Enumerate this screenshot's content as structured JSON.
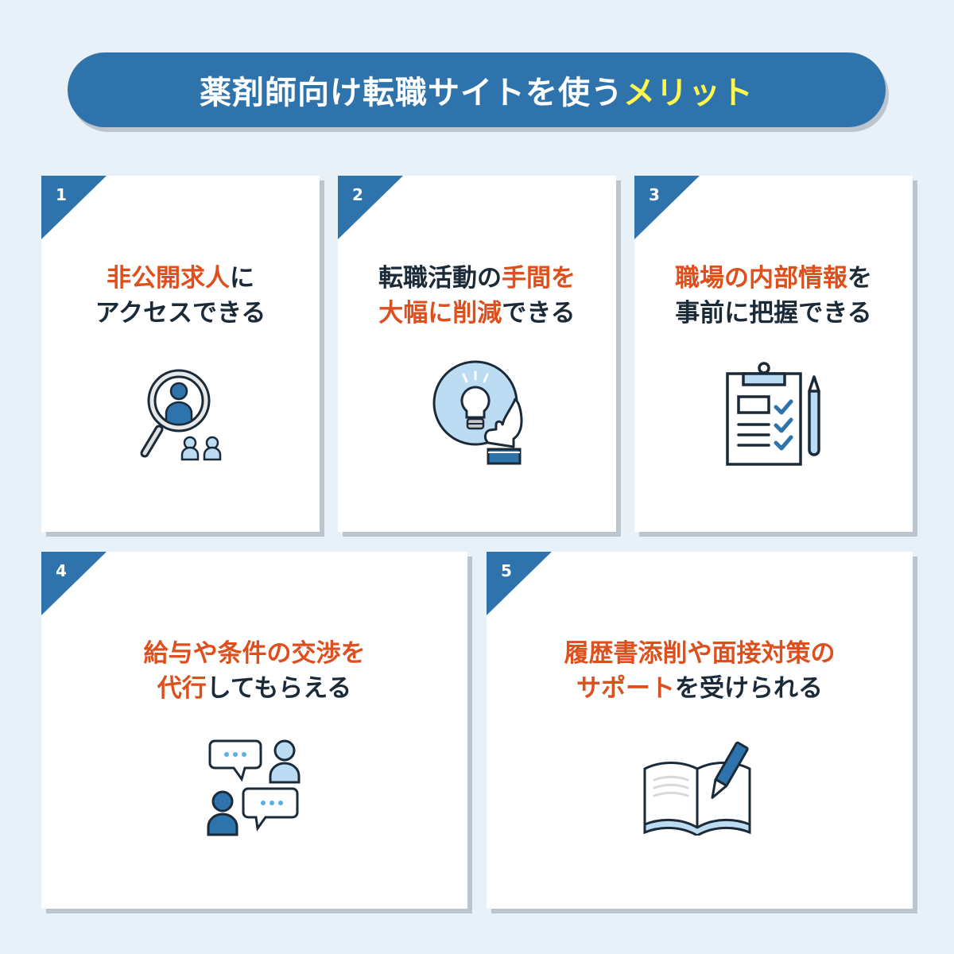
{
  "title": {
    "main": "薬剤師向け転職サイトを使う",
    "highlight": "メリット"
  },
  "colors": {
    "accent_blue": "#2f73ad",
    "highlight_yellow": "#fff64e",
    "emphasis_orange": "#dd4f1c",
    "text_dark": "#1b2a38",
    "light_blue": "#bcdcf4",
    "background": "#e8f0f8"
  },
  "cards": [
    {
      "number": "1",
      "line1": [
        {
          "text": "非公開求人",
          "emph": true
        },
        {
          "text": "に",
          "emph": false
        }
      ],
      "line2": [
        {
          "text": "アクセスできる",
          "emph": false
        }
      ],
      "icon": "magnifier-person-icon"
    },
    {
      "number": "2",
      "line1": [
        {
          "text": "転職活動の",
          "emph": false
        },
        {
          "text": "手間を",
          "emph": true
        }
      ],
      "line2": [
        {
          "text": "大幅に削減",
          "emph": true
        },
        {
          "text": "できる",
          "emph": false
        }
      ],
      "icon": "lightbulb-hand-icon"
    },
    {
      "number": "3",
      "line1": [
        {
          "text": "職場の内部情報",
          "emph": true
        },
        {
          "text": "を",
          "emph": false
        }
      ],
      "line2": [
        {
          "text": "事前に把握できる",
          "emph": false
        }
      ],
      "icon": "clipboard-checklist-icon"
    },
    {
      "number": "4",
      "line1": [
        {
          "text": "給与や条件の交渉を",
          "emph": true
        }
      ],
      "line2": [
        {
          "text": "代行",
          "emph": true
        },
        {
          "text": "してもらえる",
          "emph": false
        }
      ],
      "icon": "conversation-icon"
    },
    {
      "number": "5",
      "line1": [
        {
          "text": "履歴書添削や面接対策の",
          "emph": true
        }
      ],
      "line2": [
        {
          "text": "サポート",
          "emph": true
        },
        {
          "text": "を受けられる",
          "emph": false
        }
      ],
      "icon": "book-pen-icon"
    }
  ]
}
